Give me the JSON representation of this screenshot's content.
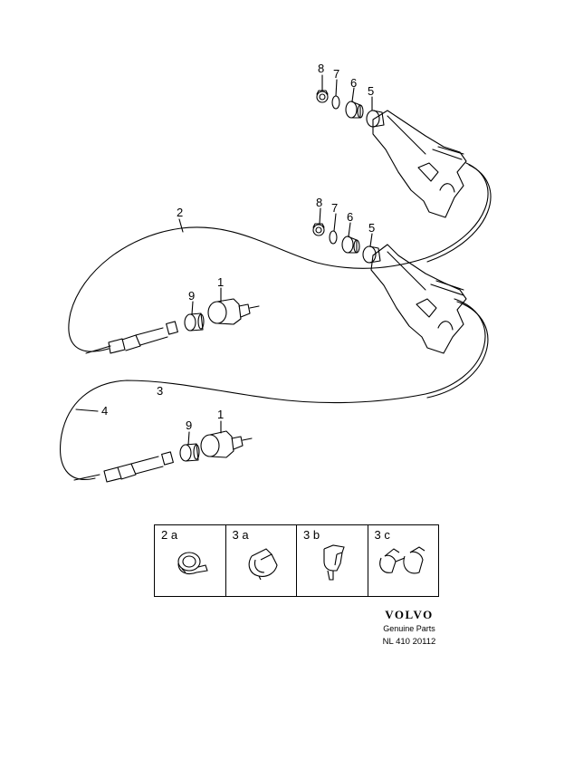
{
  "diagram": {
    "callouts": {
      "upper_8": "8",
      "upper_7": "7",
      "upper_6": "6",
      "upper_5": "5",
      "mid_8": "8",
      "mid_7": "7",
      "mid_6": "6",
      "mid_5": "5",
      "cable_2": "2",
      "upper_1": "1",
      "upper_9": "9",
      "cable_3": "3",
      "cable_4": "4",
      "lower_1": "1",
      "lower_9": "9"
    },
    "colors": {
      "line": "#000000",
      "background": "#ffffff"
    }
  },
  "inset": {
    "cells": [
      {
        "label": "2 a",
        "icon": "clamp-2a-icon"
      },
      {
        "label": "3 a",
        "icon": "clamp-3a-icon"
      },
      {
        "label": "3 b",
        "icon": "clip-3b-icon"
      },
      {
        "label": "3 c",
        "icon": "clamp-3c-icon"
      }
    ]
  },
  "brand": {
    "logo": "VOLVO",
    "subtitle": "Genuine Parts",
    "reference": "NL 410  20112"
  }
}
